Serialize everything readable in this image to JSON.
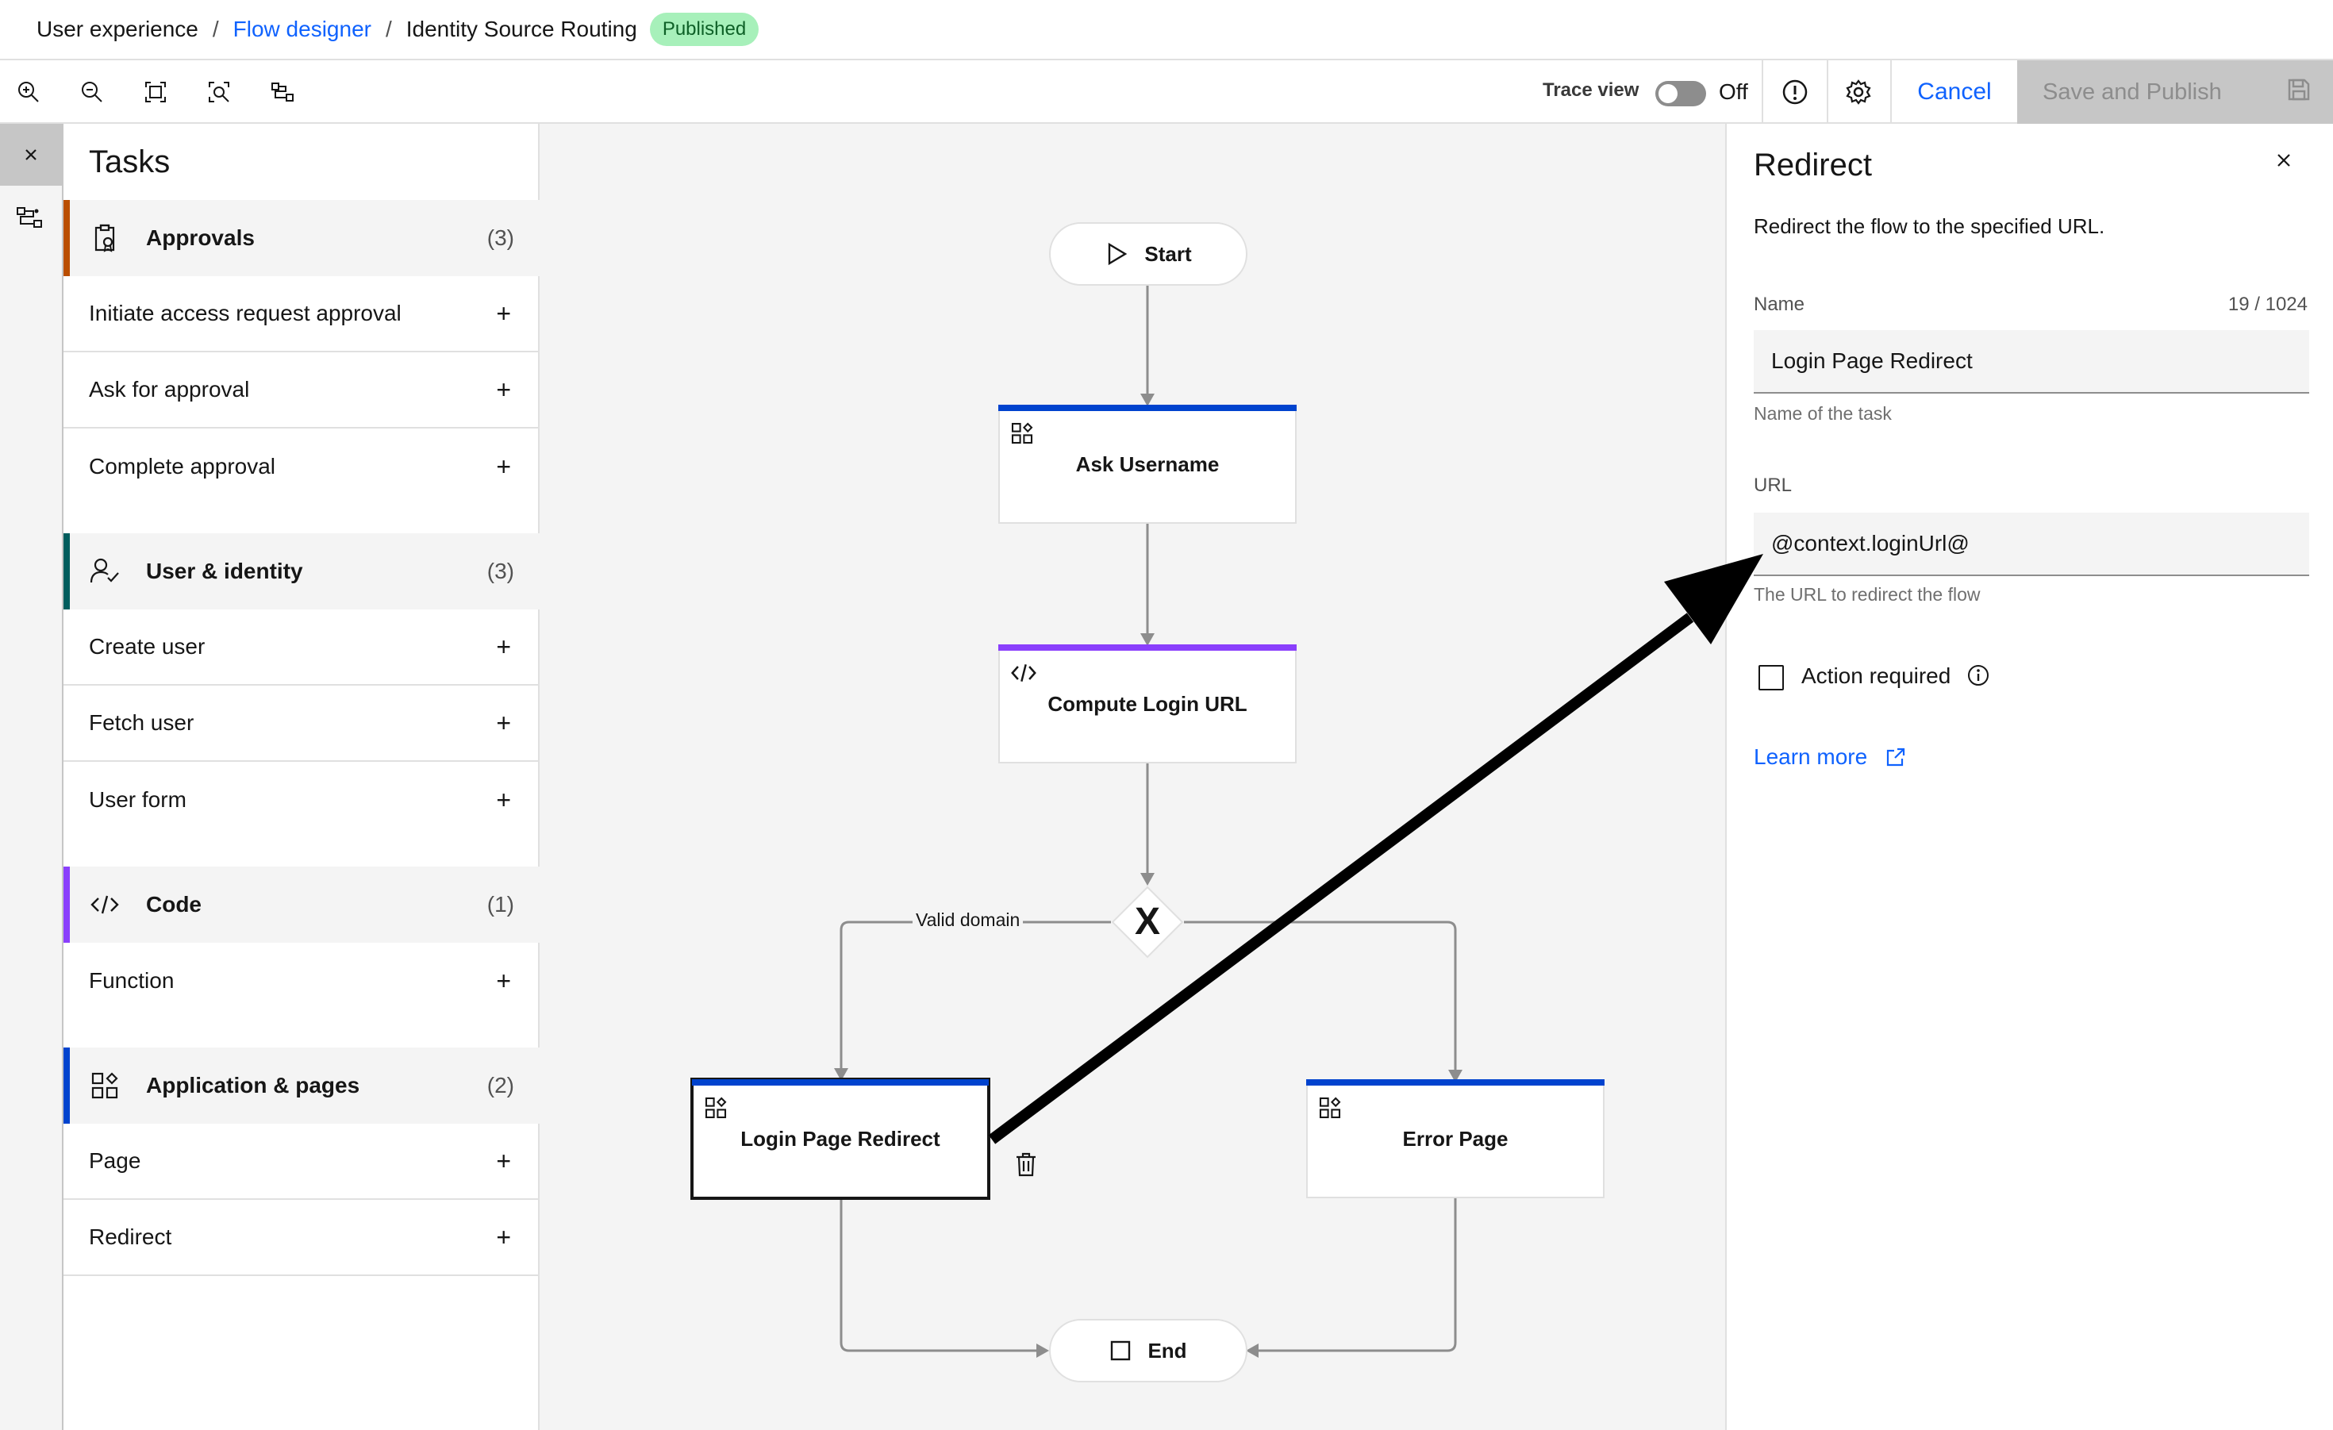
{
  "breadcrumb": {
    "root": "User experience",
    "link": "Flow designer",
    "current": "Identity Source Routing",
    "badge": "Published"
  },
  "toolbar": {
    "tools": [
      "zoom-in-icon",
      "zoom-out-icon",
      "fit-to-screen-icon",
      "zoom-to-selection-icon",
      "auto-layout-icon"
    ],
    "trace_label": "Trace view",
    "trace_state": "Off",
    "cancel": "Cancel",
    "save_publish": "Save and Publish"
  },
  "tasks": {
    "title": "Tasks",
    "categories": [
      {
        "name": "Approvals",
        "count": "(3)",
        "color": "#ba4e00",
        "icon": "approval-clipboard-icon",
        "items": [
          "Initiate access request approval",
          "Ask for approval",
          "Complete approval"
        ]
      },
      {
        "name": "User & identity",
        "count": "(3)",
        "color": "#005d5d",
        "icon": "user-identity-icon",
        "items": [
          "Create user",
          "Fetch user",
          "User form"
        ]
      },
      {
        "name": "Code",
        "count": "(1)",
        "color": "#8a3ffc",
        "icon": "code-icon",
        "items": [
          "Function"
        ]
      },
      {
        "name": "Application & pages",
        "count": "(2)",
        "color": "#0043ce",
        "icon": "application-pages-icon",
        "items": [
          "Page",
          "Redirect"
        ]
      }
    ]
  },
  "flow": {
    "start": "Start",
    "end": "End",
    "gateway_symbol": "X",
    "edge_label": "Valid domain",
    "nodes": {
      "ask_username": "Ask Username",
      "compute_login_url": "Compute Login URL",
      "login_redirect": "Login Page Redirect",
      "error_page": "Error Page"
    },
    "colors": {
      "page_node": "#0043ce",
      "code_node": "#8a3ffc",
      "edge": "#8d8d8d"
    }
  },
  "properties": {
    "title": "Redirect",
    "description": "Redirect the flow to the specified URL.",
    "name_label": "Name",
    "name_count": "19 / 1024",
    "name_value": "Login Page Redirect",
    "name_helper": "Name of the task",
    "url_label": "URL",
    "url_value": "@context.loginUrl@",
    "url_helper": "The URL to redirect the flow",
    "action_required_label": "Action required",
    "learn_more": "Learn more"
  }
}
